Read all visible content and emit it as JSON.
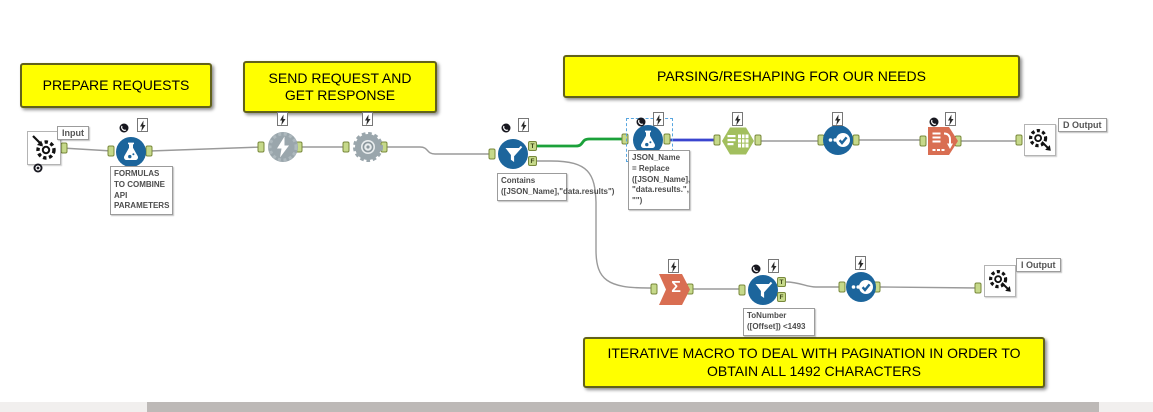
{
  "canvas": {
    "app_context": "Alteryx workflow canvas"
  },
  "comments": {
    "prepare": "PREPARE REQUESTS",
    "send": "SEND REQUEST AND GET RESPONSE",
    "parsing": "PARSING/RESHAPING FOR OUR NEEDS",
    "iterative": "ITERATIVE MACRO TO DEAL WITH PAGINATION IN ORDER TO OBTAIN ALL 1492 CHARACTERS"
  },
  "labels": {
    "macro_input": "Input",
    "macro_output_top": "D Output",
    "macro_output_bottom": "I Output"
  },
  "annotations": {
    "formula_prepare": "FORMULAS TO COMBINE API PARAMETERS",
    "filter_contains": "Contains ([JSON_Name],\"data.results\")",
    "formula_replace": "JSON_Name = Replace ([JSON_Name], \"data.results.\", \"\")",
    "filter_offset": "ToNumber ([Offset]) <1493"
  },
  "anchor_letters": {
    "true": "T",
    "false": "F"
  },
  "glyphs": {
    "summarize_sigma": "Σ"
  },
  "colors": {
    "comment_bg": "#ffff00",
    "tool_blue": "#1c659c",
    "tool_gray": "#9aa6ac",
    "tool_green": "#a2bf5e",
    "tool_orange": "#d96e52",
    "connection_gray": "#9a9a9a",
    "connection_true_green": "#1ba13a",
    "connection_selected_blue": "#3a45cf",
    "anchor_green": "#c6d98a",
    "selection_dash_blue": "#58a6e0"
  }
}
